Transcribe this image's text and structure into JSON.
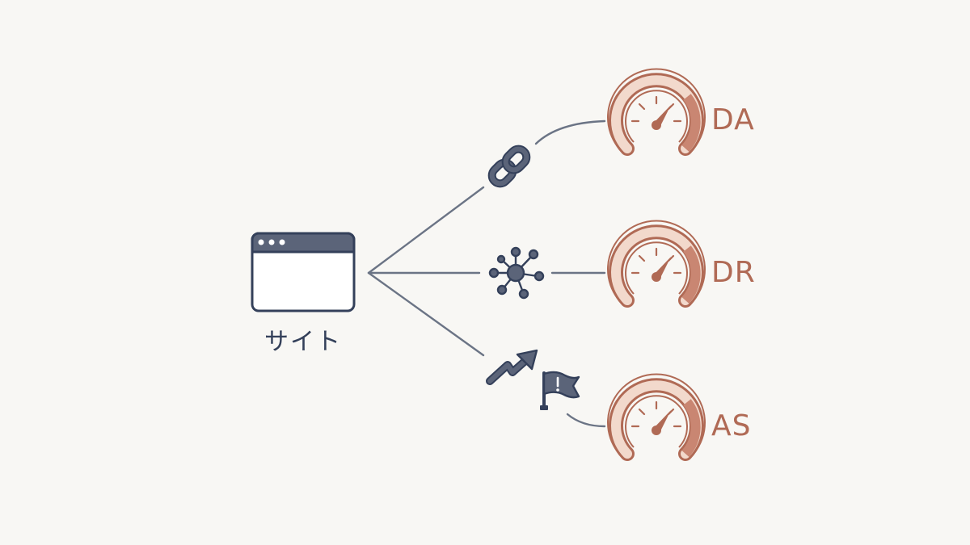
{
  "colors": {
    "background": "#f8f7f4",
    "ink": "#34405a",
    "line": "#6b7485",
    "icon_fill": "#5b6479",
    "gauge_stroke": "#b06a55",
    "gauge_fill": "#f2d9cc",
    "gauge_dark": "#c98672"
  },
  "site": {
    "label": "サイト",
    "icon": "browser-window-icon"
  },
  "connectors": [
    {
      "icon": "chain-link-icon"
    },
    {
      "icon": "network-hub-icon"
    },
    {
      "icon": "trend-up-arrow-icon"
    },
    {
      "icon": "warning-flag-icon"
    }
  ],
  "metrics": [
    {
      "label": "DA",
      "icon": "speedometer-gauge-icon"
    },
    {
      "label": "DR",
      "icon": "speedometer-gauge-icon"
    },
    {
      "label": "AS",
      "icon": "speedometer-gauge-icon"
    }
  ]
}
